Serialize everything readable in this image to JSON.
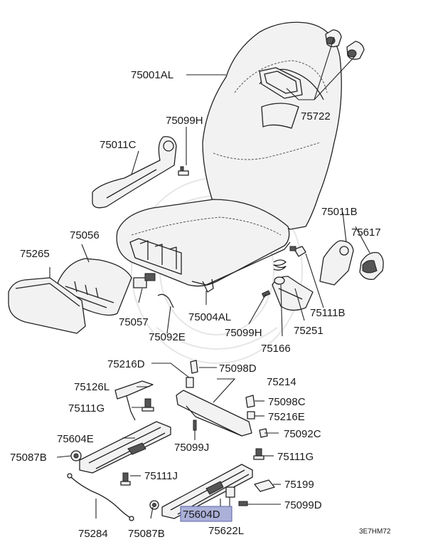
{
  "labels": {
    "l75001AL": "75001AL",
    "l75722": "75722",
    "l75099H_top": "75099H",
    "l75011C": "75011C",
    "l75011B": "75011B",
    "l75617": "75617",
    "l75056": "75056",
    "l75265": "75265",
    "l75057": "75057",
    "l75092E": "75092E",
    "l75004AL": "75004AL",
    "l75111B": "75111B",
    "l75099H_mid": "75099H",
    "l75251": "75251",
    "l75166": "75166",
    "l75216D": "75216D",
    "l75098D": "75098D",
    "l75126L": "75126L",
    "l75214": "75214",
    "l75098C": "75098C",
    "l75111G_left": "75111G",
    "l75216E": "75216E",
    "l75604E": "75604E",
    "l75092C": "75092C",
    "l75099J": "75099J",
    "l75087B_left": "75087B",
    "l75111G_right": "75111G",
    "l75111J": "75111J",
    "l75199": "75199",
    "l75604D": "75604D",
    "l75099D": "75099D",
    "l75284": "75284",
    "l75087B_bottom": "75087B",
    "l75622L": "75622L",
    "figure_code": "3E7HM72"
  },
  "highlighted_part": "75604D",
  "colors": {
    "highlight_fill": "#aab0d8",
    "line": "#222222"
  }
}
